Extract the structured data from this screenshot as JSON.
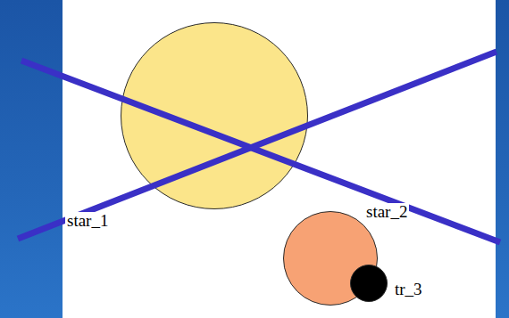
{
  "diagram": {
    "nodes": [
      {
        "text": [
          "star_1"
        ]
      },
      {
        "text": [
          "star_2"
        ]
      },
      {
        "text": [
          "tr_3"
        ]
      }
    ]
  }
}
